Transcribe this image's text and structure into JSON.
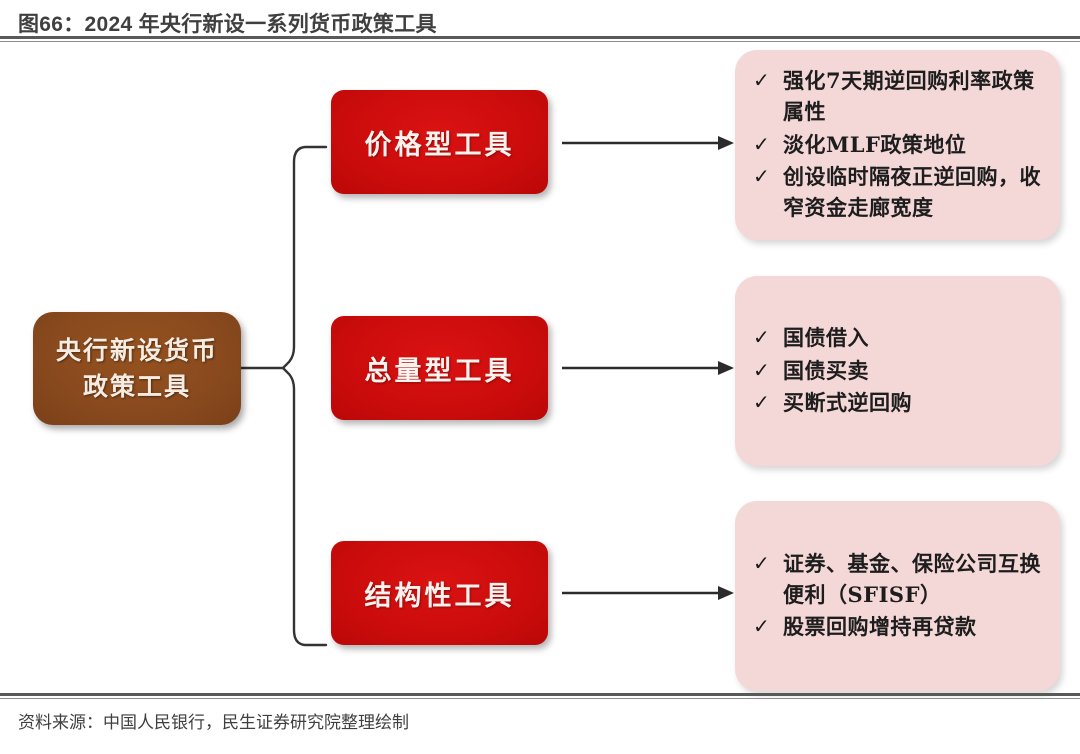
{
  "header": {
    "title": "图66：2024 年央行新设一系列货币政策工具"
  },
  "footer": {
    "source": "资料来源：中国人民银行，民生证券研究院整理绘制"
  },
  "colors": {
    "root_brown": "#8a4a1e",
    "category_red": "#cc0c0c",
    "panel_pink": "#f4d7d7",
    "rule_gray": "#595959",
    "title_text": "#3f3f3f"
  },
  "diagram": {
    "type": "tree",
    "root": {
      "label": "央行新设货币政策工具"
    },
    "connector": {
      "brace_icon": "curly-brace-icon",
      "arrow_icon": "arrow-right-icon"
    },
    "branches": [
      {
        "category": "价格型工具",
        "items": [
          {
            "check": "✓",
            "text": "强化7天期逆回购利率政策属性"
          },
          {
            "check": "✓",
            "text": "淡化MLF政策地位"
          },
          {
            "check": "✓",
            "text": "创设临时隔夜正逆回购，收窄资金走廊宽度"
          }
        ]
      },
      {
        "category": "总量型工具",
        "items": [
          {
            "check": "✓",
            "text": "国债借入"
          },
          {
            "check": "✓",
            "text": "国债买卖"
          },
          {
            "check": "✓",
            "text": "买断式逆回购"
          }
        ]
      },
      {
        "category": "结构性工具",
        "items": [
          {
            "check": "✓",
            "text": "证券、基金、保险公司互换便利（SFISF）"
          },
          {
            "check": "✓",
            "text": "股票回购增持再贷款"
          }
        ]
      }
    ]
  }
}
